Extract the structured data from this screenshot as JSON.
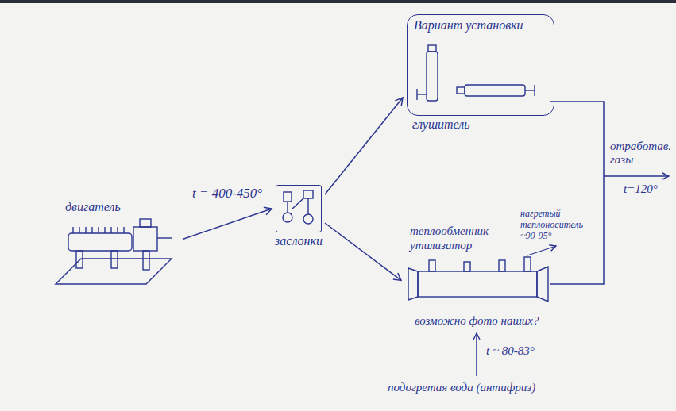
{
  "diagram": {
    "nodes": [
      {
        "text": [
          "двигатель"
        ]
      },
      {
        "text": [
          "заслонки"
        ]
      },
      {
        "text": [
          "Вариант установки",
          "глушитель"
        ]
      },
      {
        "text": [
          "теплообменник утилизатор"
        ]
      }
    ],
    "edges": [
      {
        "from": 0,
        "to": 1,
        "arrow": "to",
        "label": "t = 400-450°"
      },
      {
        "from": 1,
        "to": 2,
        "arrow": "to"
      },
      {
        "from": 1,
        "to": 3,
        "arrow": "to"
      }
    ],
    "labels": [
      "отработав. газы",
      "t=120°",
      "нагретый теплоноситель ~90-95°",
      "возможно фото наших?",
      "t ~ 80-83°",
      "подогретая вода (антифриз)"
    ]
  }
}
